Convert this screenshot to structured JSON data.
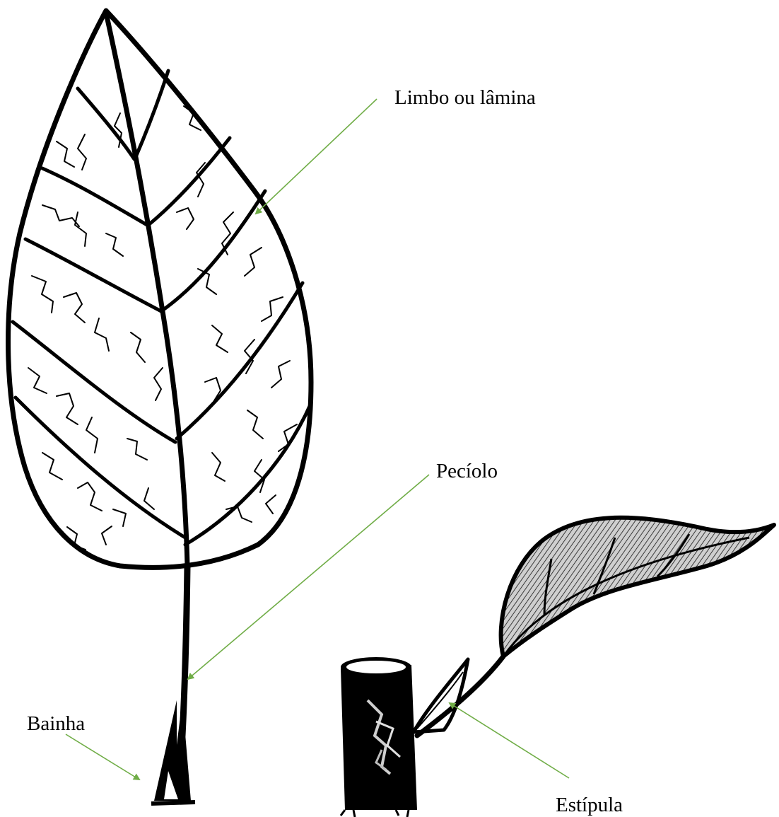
{
  "labels": {
    "limbo": "Limbo ou lâmina",
    "peciolo": "Pecíolo",
    "bainha": "Bainha",
    "estipula": "Estípula"
  },
  "colors": {
    "ink": "#000000",
    "arrow": "#70ad47",
    "background": "#ffffff",
    "shading": "#555555"
  },
  "illustrations": [
    "simple-leaf-drawing",
    "stem-with-stipule-drawing"
  ]
}
